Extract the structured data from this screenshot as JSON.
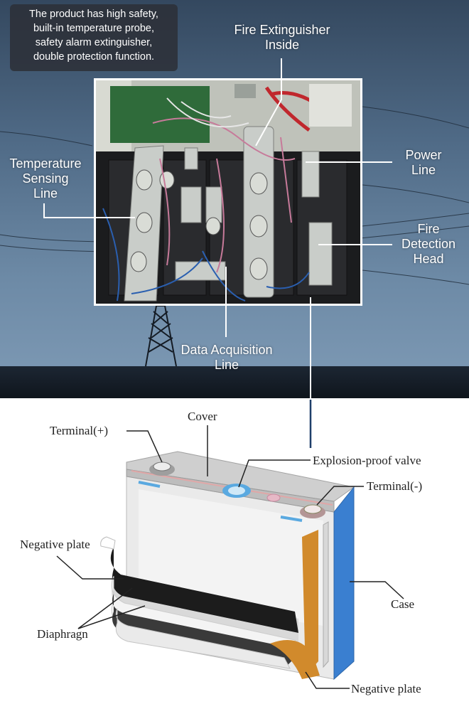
{
  "callout": {
    "lines": [
      "The product has high safety,",
      "built-in temperature probe,",
      "safety alarm extinguisher,",
      "double protection function."
    ]
  },
  "labels_top": {
    "fire_extinguisher": [
      "Fire Extinguisher",
      "Inside"
    ],
    "temperature_sensing": [
      "Temperature",
      "Sensing",
      "Line"
    ],
    "power_line": [
      "Power",
      "Line"
    ],
    "fire_detection": [
      "Fire",
      "Detection",
      "Head"
    ],
    "data_acquisition": [
      "Data Acquisition",
      "Line"
    ]
  },
  "labels_bottom": {
    "cover": "Cover",
    "terminal_pos": "Terminal(+)",
    "explosion_valve": "Explosion-proof valve",
    "terminal_neg": "Terminal(-)",
    "negative_plate_left": "Negative plate",
    "case": "Case",
    "diaphragm": "Diaphragn",
    "negative_plate_bottom": "Negative plate"
  },
  "colors": {
    "sky_top": "#34485f",
    "sky_bottom": "#7f9bb6",
    "case_blue": "#3a7fd0",
    "terminal_copper": "#d18a2c",
    "valve_blue": "#5aa9e0",
    "leader_dark_blue": "#1f3f6a"
  }
}
